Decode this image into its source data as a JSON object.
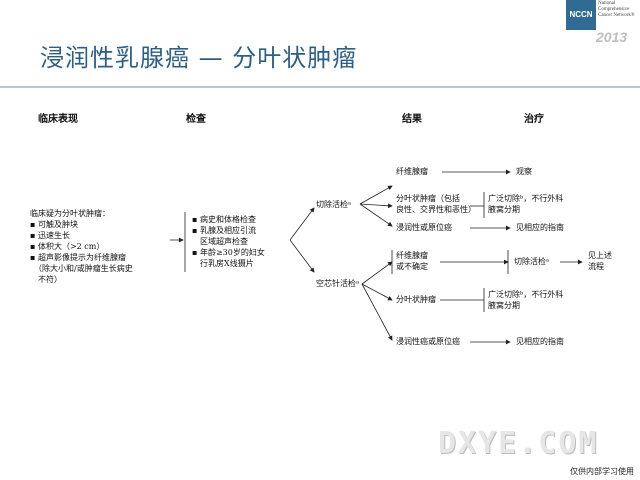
{
  "slide": {
    "title": "浸润性乳腺癌 — 分叶状肿瘤",
    "brand": {
      "logo_text": "NCCN",
      "org_name": "National Comprehensive Cancer Network®",
      "year": "2013"
    },
    "watermark": {
      "text": "DXYE.COM",
      "note": "仅供内部学习使用"
    }
  },
  "columns": {
    "presentation": "临床表现",
    "workup": "检查",
    "result": "结果",
    "treatment": "治疗"
  },
  "presentation": {
    "heading": "临床疑为分叶状肿瘤：",
    "items": [
      "▪ 可触及肿块",
      "▪ 迅速生长",
      "▪ 体积大（>2 cm）",
      "▪ 超声影像提示为纤维腺瘤",
      "　（除大小和/或肿瘤生长病史",
      "　不符）"
    ]
  },
  "workup": {
    "items": [
      "▪ 病史和体格检查",
      "▪ 乳腺及相应引流",
      "　区域超声检查",
      "▪ 年龄≥30岁的妇女",
      "　行乳房X线摄片"
    ]
  },
  "biopsy": {
    "excisional": "切除活检ᵃ",
    "core": "空芯针活检ᵃ"
  },
  "results": {
    "fibroadenoma": "纤维腺瘤",
    "phyllodes_line1": "分叶状肿瘤（包括",
    "phyllodes_line2": "良性、交界性和恶性）",
    "invasive": "浸润性或原位癌",
    "core_fibro_line1": "纤维腺瘤",
    "core_fibro_line2": "或不确定",
    "core_phyllodes": "分叶状肿瘤",
    "core_invasive": "浸润性癌或原位癌"
  },
  "treatment": {
    "observe": "观察",
    "wide_excision_line1": "广泛切除ᵇ，不行外科",
    "wide_excision_line2": "腋窝分期",
    "see_guideline": "见相应的指南",
    "excisional_biopsy": "切除活检ᵃ",
    "see_above_line1": "见上述",
    "see_above_line2": "流程",
    "wide_excision2_line1": "广泛切除ᵇ，不行外科",
    "wide_excision2_line2": "腋窝分期",
    "see_guideline2": "见相应的指南"
  }
}
